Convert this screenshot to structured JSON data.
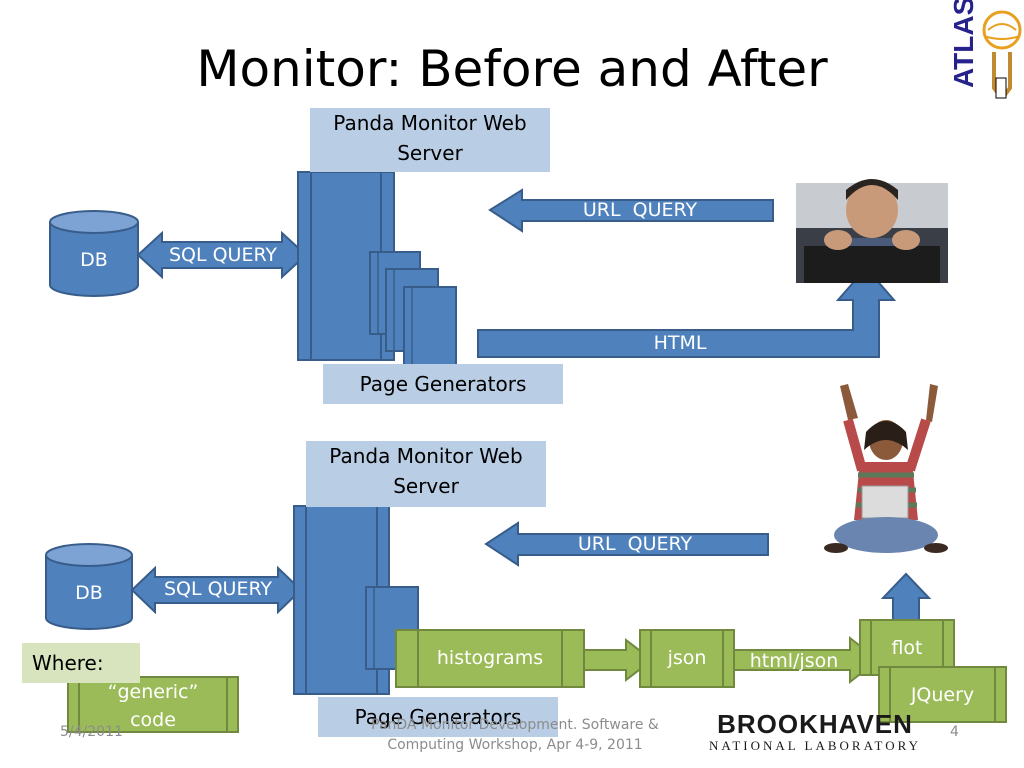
{
  "slide": {
    "title": "Monitor: Before and After",
    "page_number": "4",
    "date": "5/4/2011",
    "footer_text": "PanDA Monitor Development. Software & Computing Workshop, Apr 4-9, 2011",
    "footer_line1": "PanDA Monitor Development. Software &",
    "footer_line2": "Computing Workshop, Apr 4-9, 2011"
  },
  "logos": {
    "atlas": "ATLAS",
    "brookhaven_top": "BROOKHAVEN",
    "brookhaven_bottom": "NATIONAL LABORATORY"
  },
  "before": {
    "web_server": "Panda Monitor Web Server",
    "db": "DB",
    "sql_query": "SQL QUERY",
    "url_query": "URL  QUERY",
    "html": "HTML",
    "page_generators": "Page Generators"
  },
  "after": {
    "web_server": "Panda Monitor Web Server",
    "db": "DB",
    "sql_query": "SQL QUERY",
    "url_query": "URL  QUERY",
    "page_generators": "Page Generators",
    "histograms": "histograms",
    "json": "json",
    "html_json": "html/json",
    "flot": "flot",
    "jquery": "JQuery",
    "where": "Where:",
    "generic_code": "“generic” code"
  },
  "colors": {
    "blue_fill": "#4f81bd",
    "blue_stroke": "#385d8a",
    "light_blue": "#b9cde5",
    "green_fill": "#9bbb59",
    "green_light": "#d7e4bd",
    "green_stroke": "#71893f"
  }
}
